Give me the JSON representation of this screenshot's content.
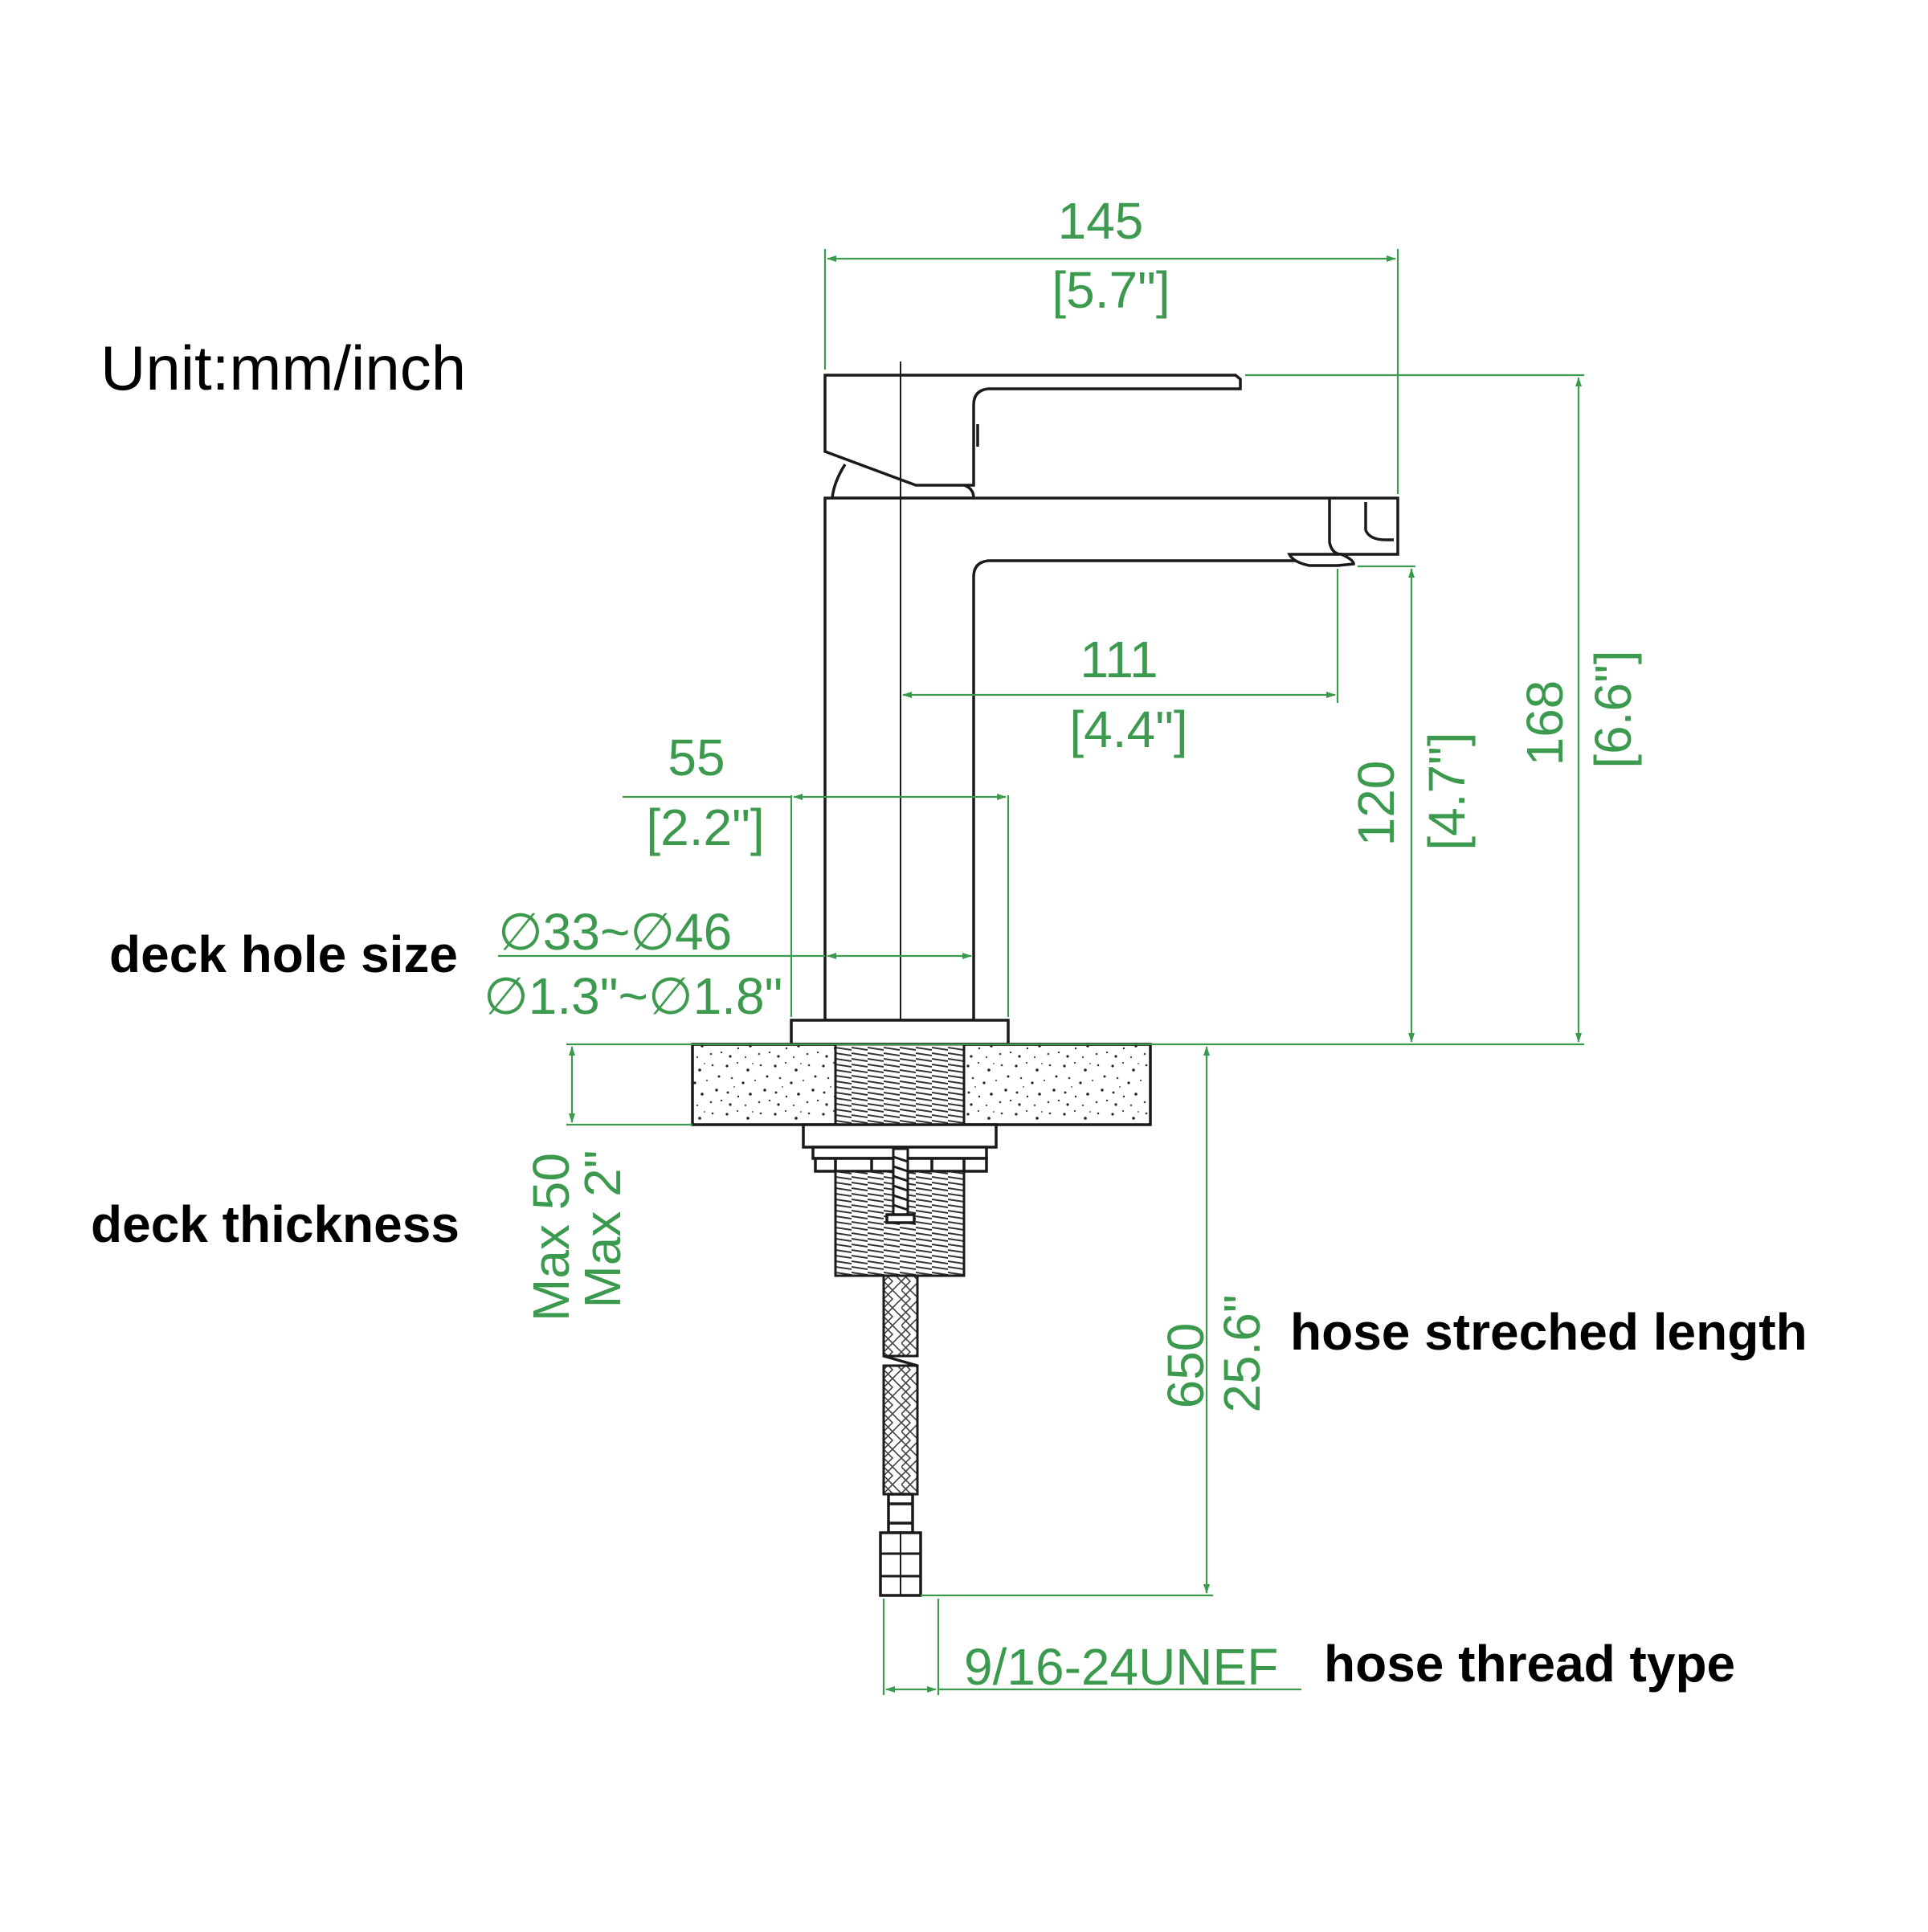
{
  "unit_label": "Unit:mm/inch",
  "labels": {
    "deck_hole": "deck hole size",
    "deck_thickness": "deck thickness",
    "hose_length": "hose streched length",
    "hose_thread": "hose thread type"
  },
  "dims": {
    "width_mm": "145",
    "width_in": "[5.7\"]",
    "reach_mm": "111",
    "reach_in": "[4.4\"]",
    "base_mm": "55",
    "base_in": "[2.2\"]",
    "hole_mm": "∅33~∅46",
    "hole_in": "∅1.3\"~∅1.8\"",
    "spout_h_mm": "120",
    "spout_h_in": "[4.7\"]",
    "total_h_mm": "168",
    "total_h_in": "[6.6\"]",
    "deck_mm": "Max 50",
    "deck_in": "Max 2\"",
    "hose_mm": "650",
    "hose_in": "25.6\"",
    "thread": "9/16-24UNEF"
  },
  "colors": {
    "dimension": "#3c9a4e",
    "outline": "#1a1a1a",
    "label": "#000000"
  }
}
